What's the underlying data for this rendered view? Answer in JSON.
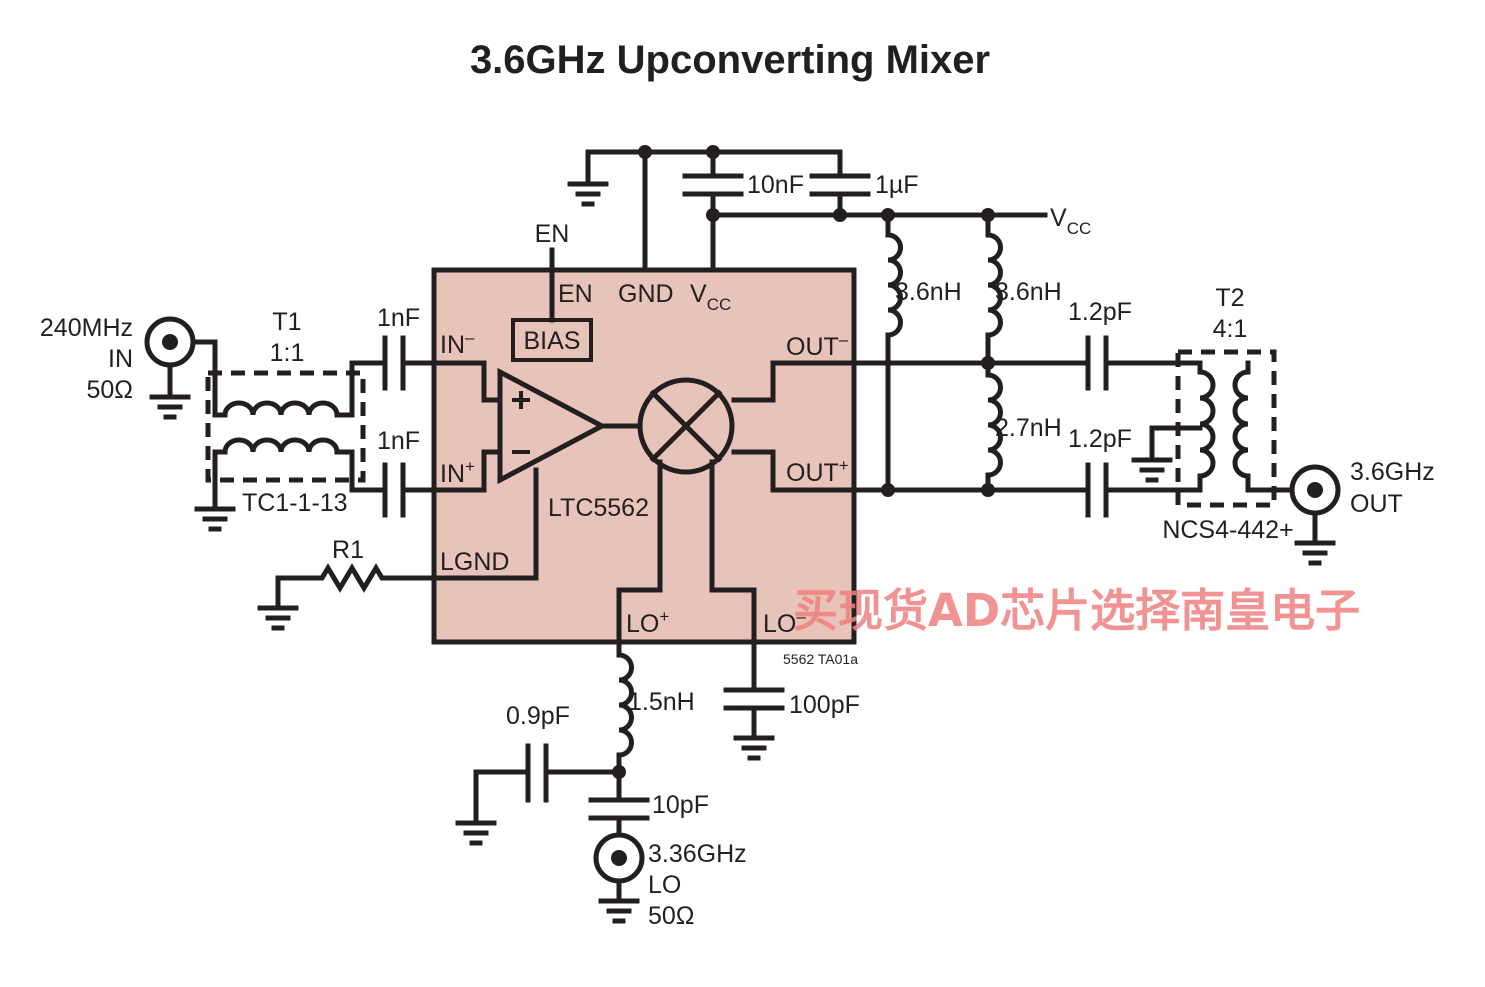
{
  "title": "3.6GHz Upconverting Mixer",
  "ic": {
    "part": "LTC5562",
    "bias_block": "BIAS",
    "pins": {
      "en": "EN",
      "gnd": "GND",
      "vcc_main": "V",
      "vcc_sub": "CC",
      "in_minus_main": "IN",
      "in_minus_sup": "–",
      "in_plus_main": "IN",
      "in_plus_sup": "+",
      "out_minus_main": "OUT",
      "out_minus_sup": "–",
      "out_plus_main": "OUT",
      "out_plus_sup": "+",
      "lgnd": "LGND",
      "lo_plus_main": "LO",
      "lo_plus_sup": "+",
      "lo_minus_main": "LO",
      "lo_minus_sup": "–"
    },
    "fill_color": "#e8c3b9",
    "border_color": "#231f20"
  },
  "labels": {
    "en_external": "EN",
    "vcc_external_main": "V",
    "vcc_external_sub": "CC",
    "input_freq": "240MHz",
    "input_name": "IN",
    "input_imp": "50Ω",
    "t1_name": "T1",
    "t1_ratio": "1:1",
    "t1_part": "TC1-1-13",
    "c_in_top": "1nF",
    "c_in_bot": "1nF",
    "r1": "R1",
    "c_10nf": "10nF",
    "c_1uf": "1µF",
    "l_bias_left": "3.6nH",
    "l_bias_right": "3.6nH",
    "l_out": "2.7nH",
    "c_out_top": "1.2pF",
    "c_out_bot": "1.2pF",
    "t2_name": "T2",
    "t2_ratio": "4:1",
    "t2_part": "NCS4-442+",
    "output_freq": "3.6GHz",
    "output_name": "OUT",
    "l_lo": "1.5nH",
    "c_lo_shunt": "0.9pF",
    "c_lo_series": "10pF",
    "c_lo_minus": "100pF",
    "lo_freq": "3.36GHz",
    "lo_name": "LO",
    "lo_imp": "50Ω",
    "figure_code": "5562 TA01a"
  },
  "watermark": "买现货AD芯片选择南皇电子",
  "colors": {
    "line": "#231f20",
    "ic_fill": "#e8c3b9",
    "watermark": "#f08080"
  }
}
